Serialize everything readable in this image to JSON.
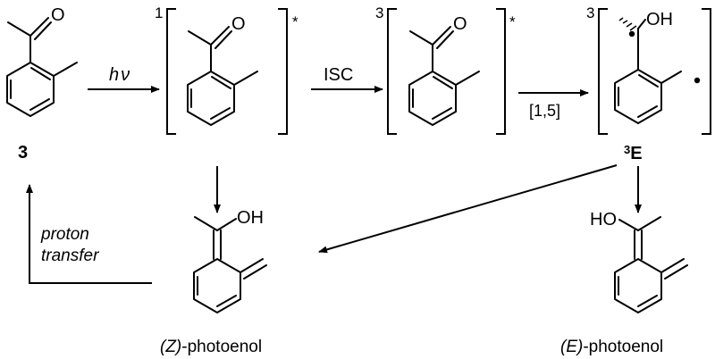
{
  "labels": {
    "oxygen": "O",
    "hydroxyl": "OH",
    "hydroxyl_left": "HO",
    "compound_3": "3",
    "hv_h": "h",
    "hv_nu": "ν",
    "isc": "ISC",
    "shift": "[1,5]",
    "singlet_mult": "1",
    "triplet_mult": "3",
    "triplet_mult_2": "3",
    "excited_star": "*",
    "excited_star_2": "*",
    "triplet_E_sup": "3",
    "triplet_E": "E",
    "proton": "proton",
    "transfer": "transfer",
    "z_italic": "(Z)",
    "z_rest": "-photoenol",
    "e_italic": "(E)",
    "e_rest": "-photoenol"
  }
}
